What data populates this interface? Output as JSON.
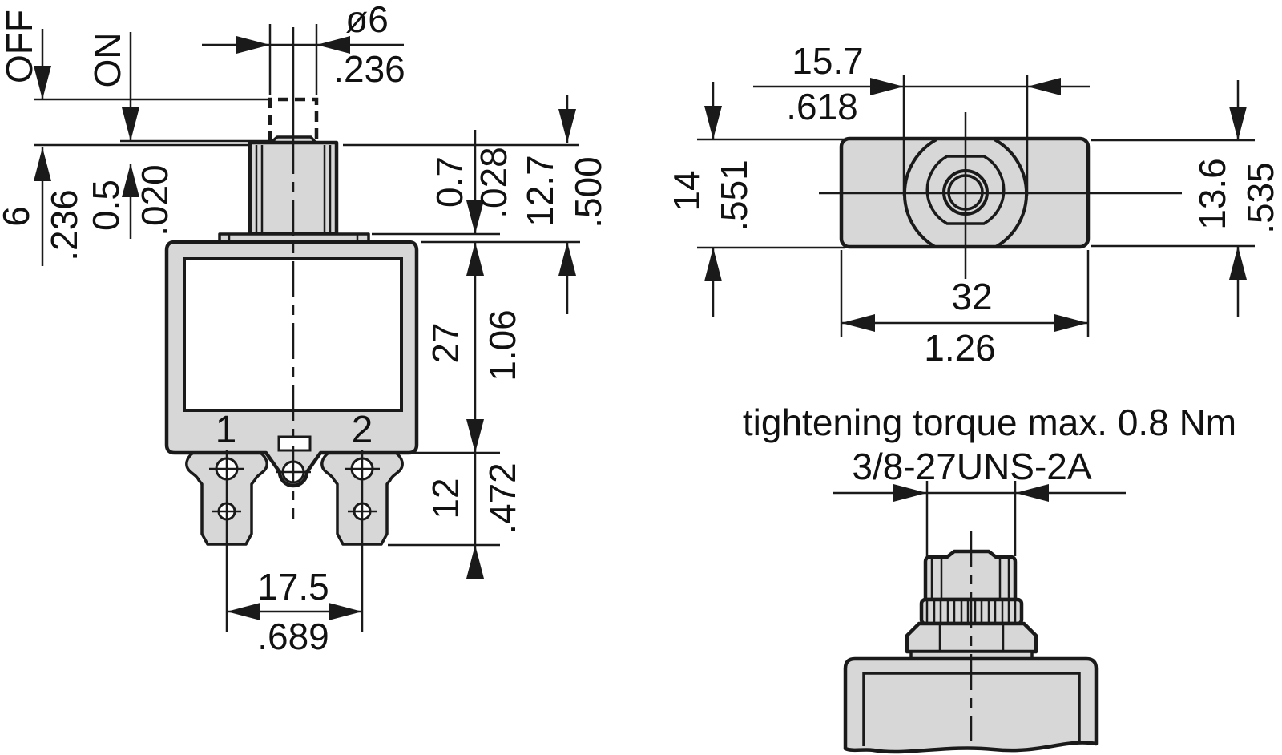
{
  "front_view": {
    "state_off": "OFF",
    "state_on": "ON",
    "terminal_1": "1",
    "terminal_2": "2",
    "dim_button_dia_mm": "ø6",
    "dim_button_dia_in": ".236",
    "dim_travel_mm": "6",
    "dim_travel_in": ".236",
    "dim_on_offset_mm": "0.5",
    "dim_on_offset_in": ".020",
    "dim_flange_gap_mm": "0.7",
    "dim_flange_gap_in": ".028",
    "dim_bushing_mm": "12.7",
    "dim_bushing_in": ".500",
    "dim_body_mm": "27",
    "dim_body_in": "1.06",
    "dim_terminal_mm": "12",
    "dim_terminal_in": ".472",
    "dim_spacing_mm": "17.5",
    "dim_spacing_in": ".689"
  },
  "top_view": {
    "dim_flats_mm": "15.7",
    "dim_flats_in": ".618",
    "dim_depth_mm": "14",
    "dim_depth_in": ".551",
    "dim_face_mm": "13.6",
    "dim_face_in": ".535",
    "dim_width_mm": "32",
    "dim_width_in": "1.26"
  },
  "side_view": {
    "note_torque": "tightening torque max. 0.8 Nm",
    "note_thread": "3/8-27UNS-2A"
  },
  "colors": {
    "part_fill": "#d7d7d7",
    "line": "#1a1a1a",
    "background": "#ffffff"
  }
}
